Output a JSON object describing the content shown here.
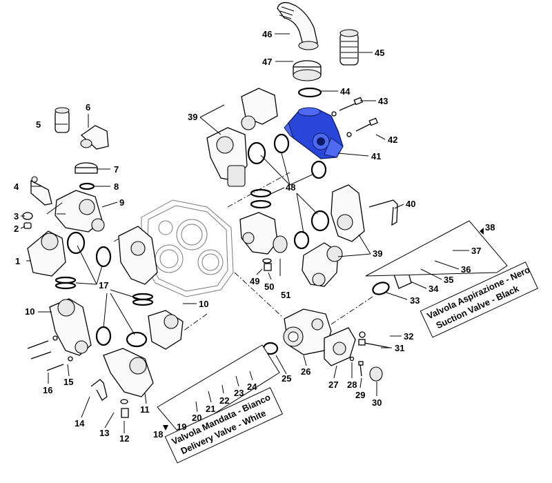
{
  "parts": [
    {
      "id": "1",
      "label": "1"
    },
    {
      "id": "2",
      "label": "2"
    },
    {
      "id": "3",
      "label": "3"
    },
    {
      "id": "4",
      "label": "4"
    },
    {
      "id": "5",
      "label": "5"
    },
    {
      "id": "6",
      "label": "6"
    },
    {
      "id": "7",
      "label": "7"
    },
    {
      "id": "8",
      "label": "8"
    },
    {
      "id": "9",
      "label": "9"
    },
    {
      "id": "10a",
      "label": "10"
    },
    {
      "id": "10b",
      "label": "10"
    },
    {
      "id": "11",
      "label": "11"
    },
    {
      "id": "12",
      "label": "12"
    },
    {
      "id": "13",
      "label": "13"
    },
    {
      "id": "14",
      "label": "14"
    },
    {
      "id": "15",
      "label": "15"
    },
    {
      "id": "16",
      "label": "16"
    },
    {
      "id": "17",
      "label": "17"
    },
    {
      "id": "18",
      "label": "18"
    },
    {
      "id": "19",
      "label": "19"
    },
    {
      "id": "20",
      "label": "20"
    },
    {
      "id": "21",
      "label": "21"
    },
    {
      "id": "22",
      "label": "22"
    },
    {
      "id": "23",
      "label": "23"
    },
    {
      "id": "24",
      "label": "24"
    },
    {
      "id": "25",
      "label": "25"
    },
    {
      "id": "26",
      "label": "26"
    },
    {
      "id": "27",
      "label": "27"
    },
    {
      "id": "28",
      "label": "28"
    },
    {
      "id": "29",
      "label": "29"
    },
    {
      "id": "30",
      "label": "30"
    },
    {
      "id": "31",
      "label": "31"
    },
    {
      "id": "32",
      "label": "32"
    },
    {
      "id": "33",
      "label": "33"
    },
    {
      "id": "34",
      "label": "34"
    },
    {
      "id": "35",
      "label": "35"
    },
    {
      "id": "36",
      "label": "36"
    },
    {
      "id": "37",
      "label": "37"
    },
    {
      "id": "38",
      "label": "38"
    },
    {
      "id": "39a",
      "label": "39"
    },
    {
      "id": "39b",
      "label": "39"
    },
    {
      "id": "40",
      "label": "40"
    },
    {
      "id": "41",
      "label": "41"
    },
    {
      "id": "42",
      "label": "42"
    },
    {
      "id": "43",
      "label": "43"
    },
    {
      "id": "44",
      "label": "44"
    },
    {
      "id": "45",
      "label": "45"
    },
    {
      "id": "46",
      "label": "46"
    },
    {
      "id": "47",
      "label": "47"
    },
    {
      "id": "48",
      "label": "48"
    },
    {
      "id": "49",
      "label": "49"
    },
    {
      "id": "50",
      "label": "50"
    },
    {
      "id": "51",
      "label": "51"
    }
  ],
  "suction_box": {
    "line1": "Valvola Aspirazione - Nero",
    "line2": "Suction Valve - Black"
  },
  "delivery_box": {
    "line1": "Valvola Mandata - Bianco",
    "line2": "Delivery Valve - White"
  },
  "highlight": {
    "part": "41",
    "color": "#2946d9"
  }
}
